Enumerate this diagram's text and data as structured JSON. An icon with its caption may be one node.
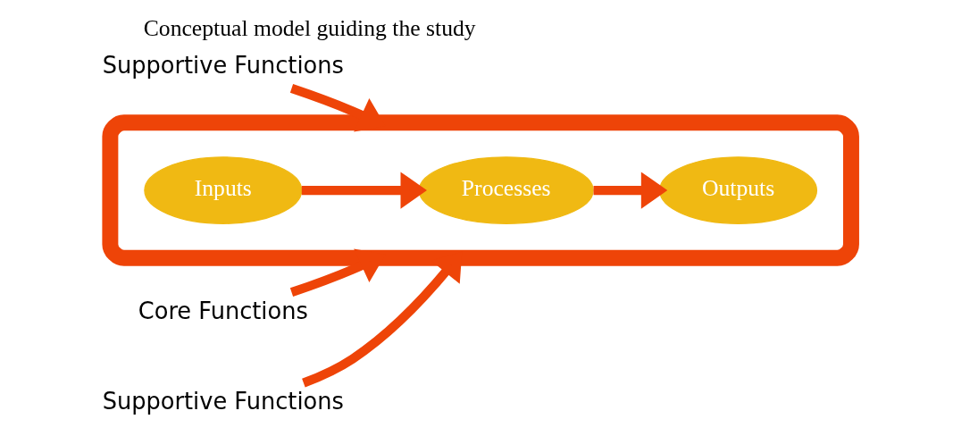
{
  "diagram": {
    "title": "Conceptual model guiding the study",
    "nodes": [
      {
        "text": [
          "Supportive Functions"
        ]
      },
      {
        "text": [
          "Core Functions"
        ]
      },
      {
        "text": [],
        "shape": "ellipse"
      },
      {
        "text": [
          "Inputs"
        ],
        "in": 2
      },
      {
        "text": [
          "Processes"
        ],
        "in": 2
      },
      {
        "text": [
          "Outputs"
        ],
        "in": 2
      },
      {
        "text": [
          "Supportive Functions"
        ]
      }
    ],
    "edges": [
      {
        "from": 0,
        "to": 2,
        "arrow": "to"
      },
      {
        "from": 1,
        "to": 2,
        "arrow": "to"
      },
      {
        "from": 3,
        "to": 4,
        "arrow": "to"
      },
      {
        "from": 4,
        "to": 5,
        "arrow": "to"
      },
      {
        "from": 6,
        "to": 2,
        "arrow": "to"
      }
    ]
  }
}
